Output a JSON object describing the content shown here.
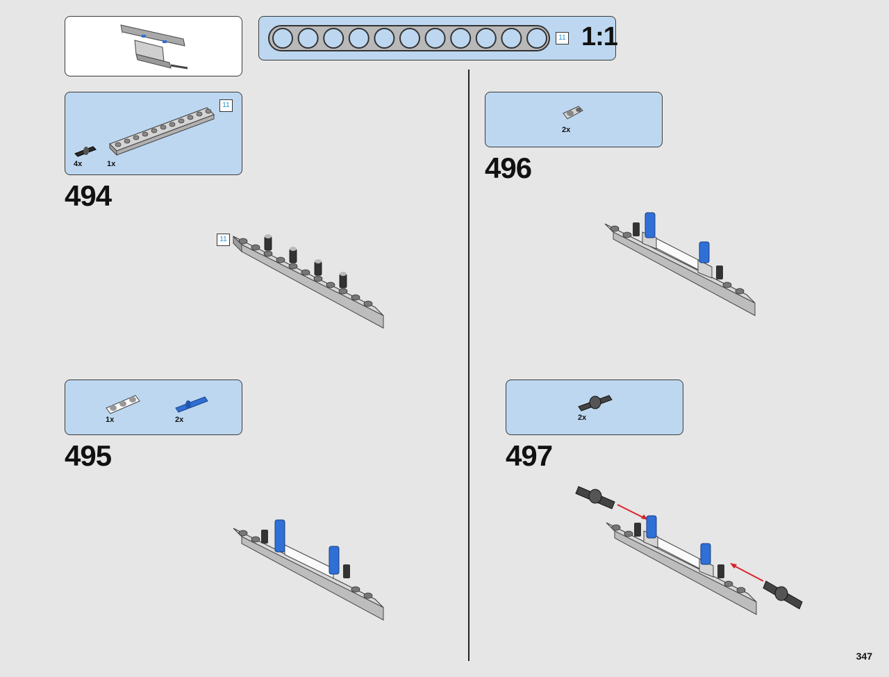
{
  "scale_bar": {
    "holes": 11,
    "length_badge": "11",
    "scale_label": "1:1"
  },
  "steps": [
    {
      "number": "494",
      "parts": [
        {
          "qty": "4x",
          "icon": "black-friction-pin-icon"
        },
        {
          "qty": "1x",
          "icon": "beam-11-icon"
        }
      ],
      "part_badge": "11",
      "model_badge": "11"
    },
    {
      "number": "495",
      "parts": [
        {
          "qty": "1x",
          "icon": "beam-3-white-icon"
        },
        {
          "qty": "2x",
          "icon": "blue-axle-pin-icon"
        }
      ]
    },
    {
      "number": "496",
      "parts": [
        {
          "qty": "2x",
          "icon": "cross-block-icon"
        }
      ]
    },
    {
      "number": "497",
      "parts": [
        {
          "qty": "2x",
          "icon": "axle-connector-icon"
        }
      ]
    }
  ],
  "page_number": "347",
  "colors": {
    "background": "#e6e6e6",
    "callout_blue": "#bdd7f0",
    "beam_gray": "#c4c4c4",
    "pin_blue": "#2f6fd6",
    "arrow_red": "#d8232a",
    "badge_text": "#1a8fd1"
  }
}
